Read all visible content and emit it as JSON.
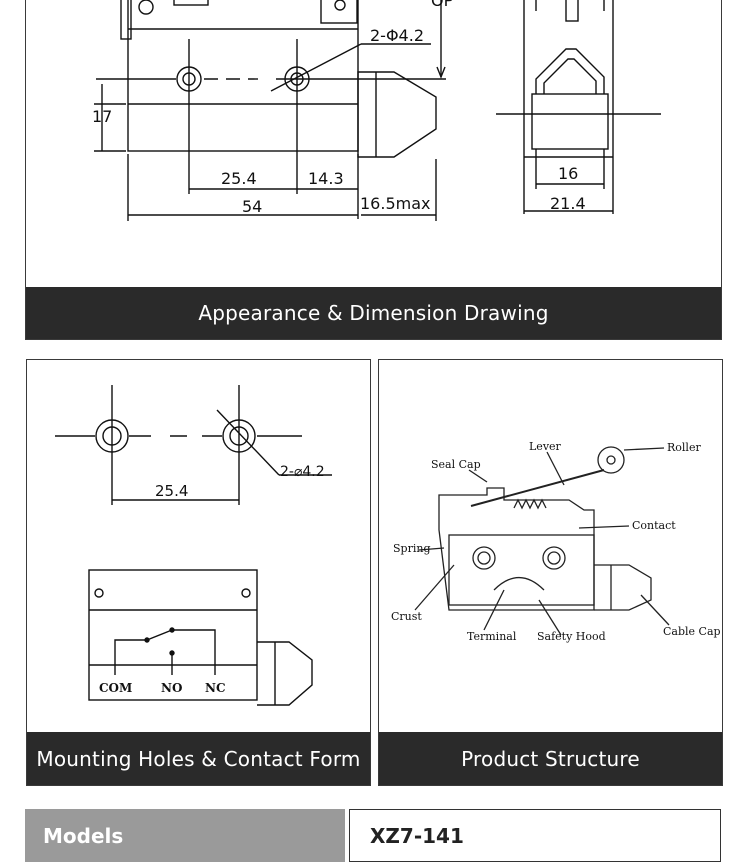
{
  "panels": {
    "top": {
      "caption": "Appearance & Dimension Drawing",
      "labels": {
        "op": "OP",
        "holes": "2-Φ4.2",
        "dim17": "17",
        "dim254": "25.4",
        "dim143": "14.3",
        "dim54": "54",
        "dim165": "16.5max",
        "dim16": "16",
        "dim214": "21.4"
      }
    },
    "mounting": {
      "caption": "Mounting Holes & Contact Form",
      "labels": {
        "dim254": "25.4",
        "holes": "2-⌀4.2",
        "com": "COM",
        "no": "NO",
        "nc": "NC"
      }
    },
    "structure": {
      "caption": "Product Structure",
      "labels": {
        "lever": "Lever",
        "roller": "Roller",
        "seal_cap": "Seal Cap",
        "contact": "Contact",
        "spring": "Spring",
        "crust": "Crust",
        "terminal": "Terminal",
        "safety_hood": "Safety Hood",
        "cable_cap": "Cable Cap"
      }
    }
  },
  "spec": {
    "models_label": "Models",
    "models_value": "XZ7-141"
  }
}
